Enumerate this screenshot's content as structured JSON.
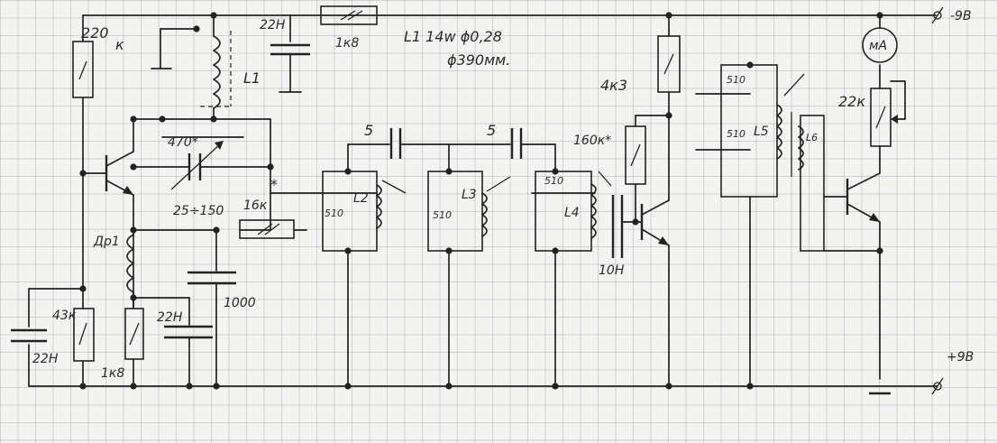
{
  "labels": {
    "r_220k": "220",
    "r_220k_k": "к",
    "c_22n_top": "22Н",
    "r_1k8_top": "1к8",
    "l1_name": "L1",
    "note_line1": "L1 14w  ɸ0,28",
    "note_line2": "ɸ390мм.",
    "r_4k3": "4к3",
    "ma_meter": "мА",
    "supply_neg": "-9В",
    "supply_pos": "+9В",
    "c_510_a": "510",
    "c_510_b": "510",
    "l5_name": "L5",
    "l6_name": "L6",
    "r_22k": "22к",
    "c_470": "470*",
    "c_trim": "25÷150",
    "r_16k": "16к",
    "r_16k_star": "*",
    "c_5_a": "5",
    "c_5_b": "5",
    "l2_name": "L2",
    "l3_name": "L3",
    "l4_name": "L4",
    "c_510_l2": "510",
    "c_510_l3": "510",
    "c_510_l4": "510",
    "r_160k": "160к*",
    "c_10n": "10Н",
    "choke_name": "Др1",
    "c_1000": "1000",
    "r_43k": "43к",
    "c_22n_left": "22Н",
    "r_1k8_bottom": "1к8",
    "c_22n_mid": "22Н"
  }
}
